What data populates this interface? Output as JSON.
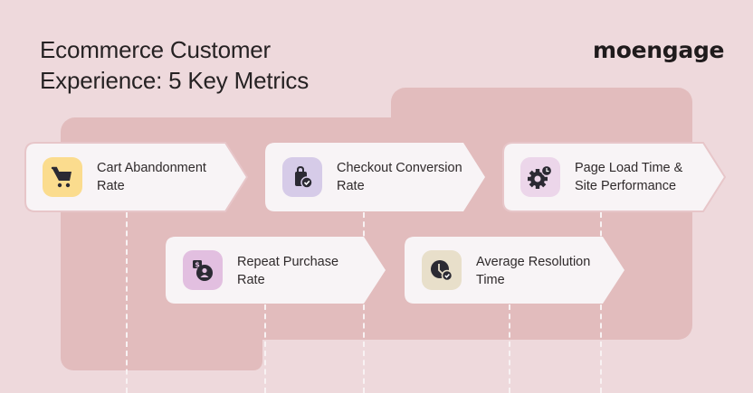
{
  "header": {
    "title_line1": "Ecommerce Customer",
    "title_line2": "Experience: 5 Key Metrics",
    "logo": "moengage"
  },
  "colors": {
    "background": "#eed9dc",
    "panel": "#e2bcbd",
    "card": "#f8f4f6",
    "icon_dark": "#2b2a33"
  },
  "metrics": [
    {
      "line1": "Cart Abandonment",
      "line2": "Rate",
      "icon": "shopping-cart-icon",
      "icon_bg": "#fbdc8e"
    },
    {
      "line1": "Checkout Conversion",
      "line2": "Rate",
      "icon": "shopping-bag-check-icon",
      "icon_bg": "#d6cbe8"
    },
    {
      "line1": "Page Load Time &",
      "line2": "Site Performance",
      "icon": "gear-clock-icon",
      "icon_bg": "#ecd6ea"
    },
    {
      "line1": "Repeat Purchase",
      "line2": "Rate",
      "icon": "dollar-user-icon",
      "icon_bg": "#e2bfe0"
    },
    {
      "line1": "Average Resolution",
      "line2": "Time",
      "icon": "clock-check-icon",
      "icon_bg": "#e8dfca"
    }
  ]
}
